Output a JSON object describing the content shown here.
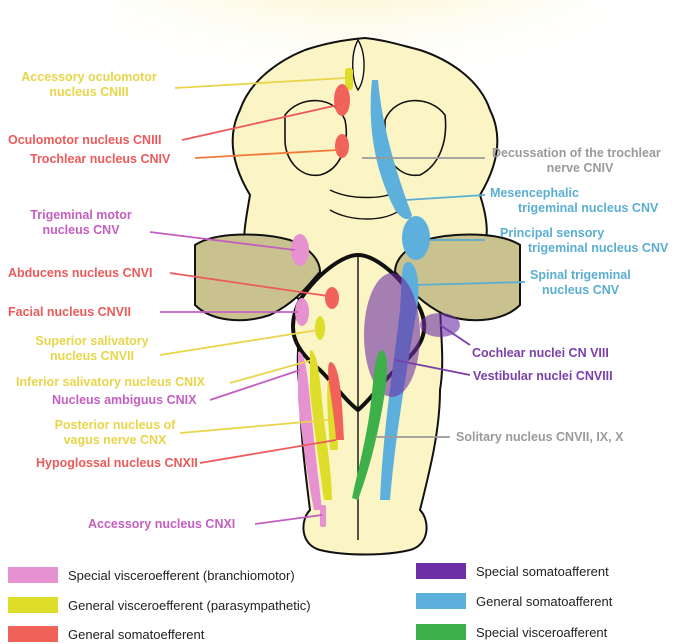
{
  "labels": {
    "accessory_oculomotor": [
      "Accessory oculomotor",
      "nucleus CNIII"
    ],
    "oculomotor": "Oculomotor nucleus CNIII",
    "trochlear": "Trochlear nucleus CNIV",
    "trigeminal_motor": [
      "Trigeminal motor",
      "nucleus CNV"
    ],
    "abducens": "Abducens nucleus CNVI",
    "facial": "Facial nucleus CNVII",
    "superior_salivatory": [
      "Superior salivatory",
      "nucleus CNVII"
    ],
    "inferior_salivatory": "Inferior salivatory nucleus CNIX",
    "ambiguus": "Nucleus ambiguus CNIX",
    "posterior_vagus": [
      "Posterior nucleus of",
      "vagus nerve CNX"
    ],
    "hypoglossal": "Hypoglossal nucleus CNXII",
    "accessory": "Accessory nucleus CNXI",
    "decussation": [
      "Decussation of the trochlear",
      "nerve CNIV"
    ],
    "mesencephalic": [
      "Mesencephalic",
      "trigeminal nucleus CNV"
    ],
    "principal_sensory": [
      "Principal sensory",
      "trigeminal nucleus CNV"
    ],
    "spinal_trigeminal": [
      "Spinal trigeminal",
      "nucleus CNV"
    ],
    "cochlear": "Cochlear nuclei CN VIII",
    "vestibular": "Vestibular nuclei CNVIII",
    "solitary": "Solitary nucleus CNVII, IX, X"
  },
  "legend": [
    {
      "label": "Special visceroefferent (branchiomotor)",
      "color": "#e692d0"
    },
    {
      "label": "General visceroefferent (parasympathetic)",
      "color": "#dede2a"
    },
    {
      "label": "General somatoefferent",
      "color": "#f0625a"
    },
    {
      "label": "Special somatoafferent",
      "color": "#6c2fa6"
    },
    {
      "label": "General somatoafferent",
      "color": "#5db0dc"
    },
    {
      "label": "Special visceroafferent",
      "color": "#3db04a"
    }
  ]
}
